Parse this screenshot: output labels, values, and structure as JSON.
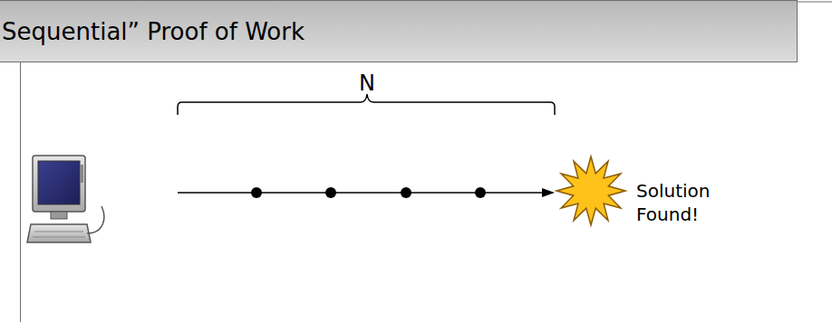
{
  "diagram": {
    "title": "Sequential” Proof of Work",
    "labels": [
      "N",
      "Solution Found!"
    ]
  }
}
